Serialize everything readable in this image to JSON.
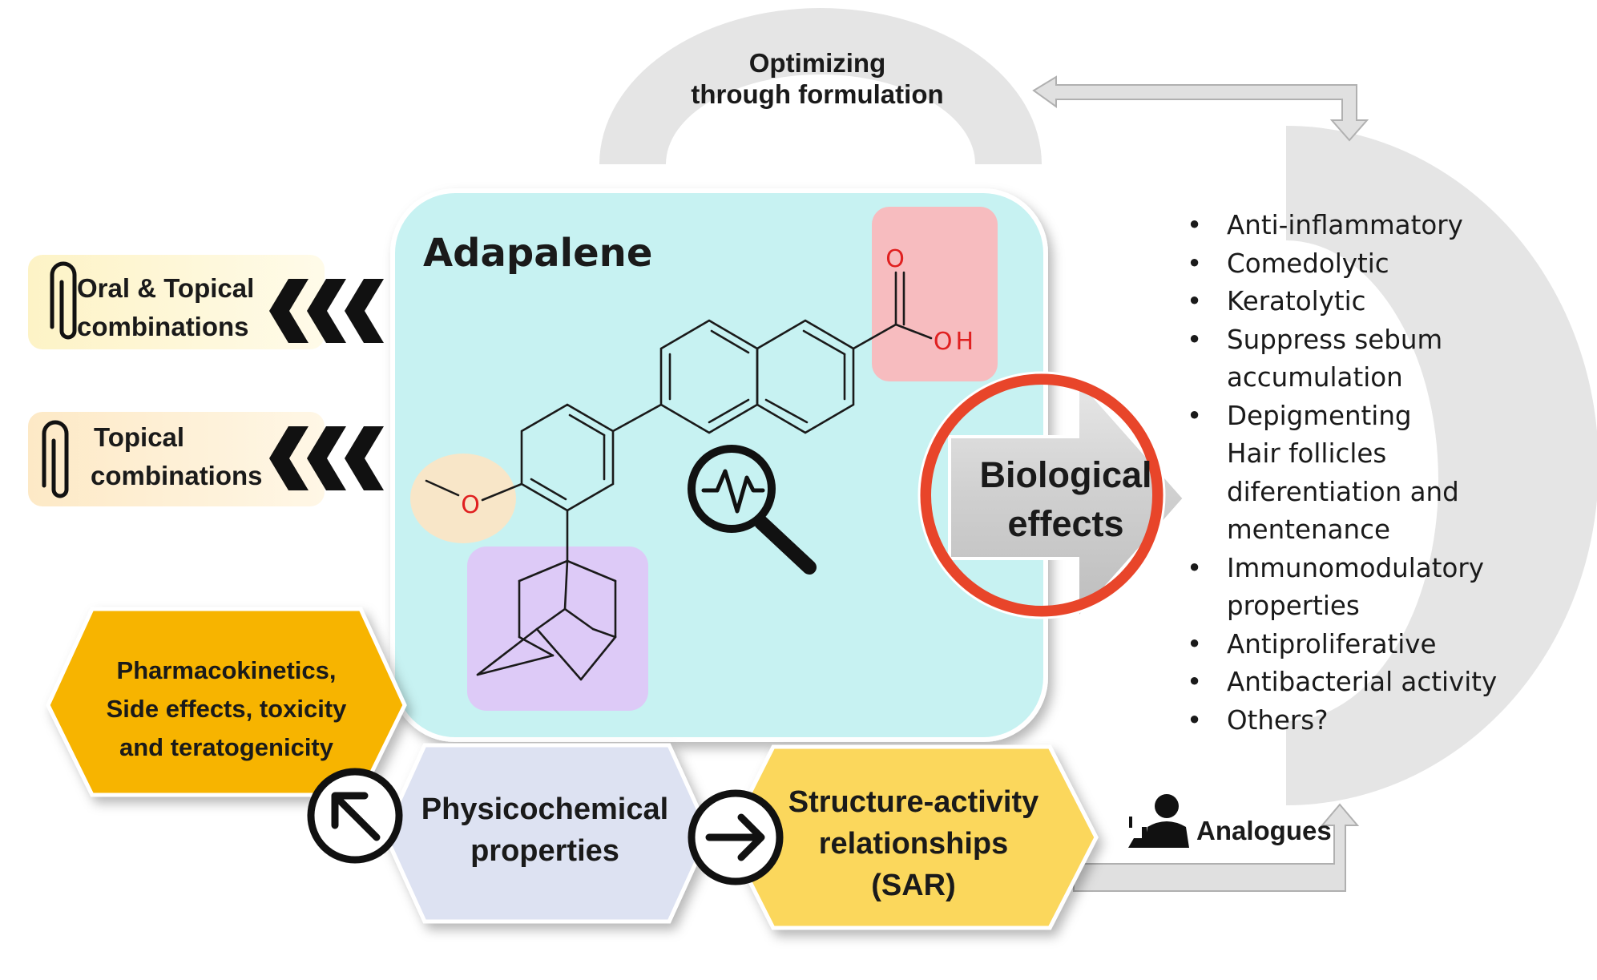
{
  "title": "Adapalene",
  "formulation_label": [
    "Optimizing",
    "through formulation"
  ],
  "combinations": [
    {
      "lines": [
        "Oral & Topical",
        "combinations"
      ]
    },
    {
      "lines": [
        "Topical",
        "combinations"
      ]
    }
  ],
  "biological_effects_label": [
    "Biological",
    "effects"
  ],
  "effects_list": [
    {
      "text": "Anti-inflammatory",
      "bullet": true
    },
    {
      "text": "Comedolytic",
      "bullet": true
    },
    {
      "text": "Keratolytic",
      "bullet": true
    },
    {
      "text": "Suppress sebum",
      "bullet": true
    },
    {
      "text": "accumulation",
      "bullet": false
    },
    {
      "text": "Depigmenting",
      "bullet": true
    },
    {
      "text": "Hair follicles",
      "bullet": false
    },
    {
      "text": "diferentiation and",
      "bullet": false
    },
    {
      "text": "mentenance",
      "bullet": false
    },
    {
      "text": "Immunomodulatory",
      "bullet": true
    },
    {
      "text": "properties",
      "bullet": false
    },
    {
      "text": "Antiproliferative",
      "bullet": true
    },
    {
      "text": "Antibacterial activity",
      "bullet": true
    },
    {
      "text": "Others?",
      "bullet": true
    }
  ],
  "pharmacokinetics_label": [
    "Pharmacokinetics,",
    "Side effects, toxicity",
    "and teratogenicity"
  ],
  "physicochemical_label": [
    "Physicochemical",
    "properties"
  ],
  "sar_label": [
    "Structure-activity",
    "relationships",
    "(SAR)"
  ],
  "analogues_label": "Analogues",
  "molecule_atoms": {
    "carbonyl_oxygen": "O",
    "hydroxyl": "OH",
    "methoxy_oxygen": "O"
  },
  "icons": [
    "paperclip-icon",
    "chevron-arrows-icon",
    "magnifier-pulse-icon",
    "arrow-up-left-icon",
    "arrow-right-icon",
    "scientist-icon"
  ],
  "colors": {
    "core_box": "#c7f2f2",
    "carboxyl_highlight": "#f7bcbf",
    "methoxy_highlight": "#f8e6c8",
    "adamantyl_highlight": "#ddcaf7",
    "oxygen_atoms": "#e02020",
    "biological_ring": "#e8452a",
    "pharmacokinetics_hex": "#f7b400",
    "physicochemical_hex": "#dde2f2",
    "sar_hex": "#fbd75c",
    "combination_boxes": "#fdf6d2",
    "grey_arcs": "#e5e5e5"
  }
}
